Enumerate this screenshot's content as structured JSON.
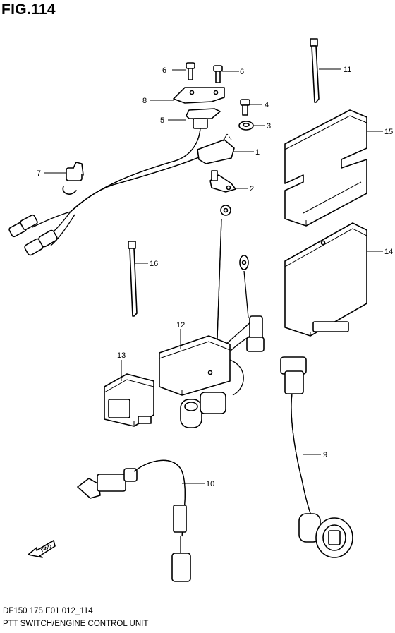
{
  "figure": {
    "title": "FIG.114",
    "code": "DF150 175 E01 012_114",
    "description": "PTT SWITCH/ENGINE CONTROL UNIT"
  },
  "callouts": [
    {
      "id": "c6a",
      "label": "6"
    },
    {
      "id": "c6b",
      "label": "6"
    },
    {
      "id": "c8",
      "label": "8"
    },
    {
      "id": "c5",
      "label": "5"
    },
    {
      "id": "c4",
      "label": "4"
    },
    {
      "id": "c3",
      "label": "3"
    },
    {
      "id": "c1",
      "label": "1"
    },
    {
      "id": "c7",
      "label": "7"
    },
    {
      "id": "c2",
      "label": "2"
    },
    {
      "id": "c11",
      "label": "11"
    },
    {
      "id": "c15",
      "label": "15"
    },
    {
      "id": "c14",
      "label": "14"
    },
    {
      "id": "c16",
      "label": "16"
    },
    {
      "id": "c12",
      "label": "12"
    },
    {
      "id": "c13",
      "label": "13"
    },
    {
      "id": "c9",
      "label": "9"
    },
    {
      "id": "c10",
      "label": "10"
    }
  ],
  "direction_arrow": {
    "label": "FWD"
  }
}
